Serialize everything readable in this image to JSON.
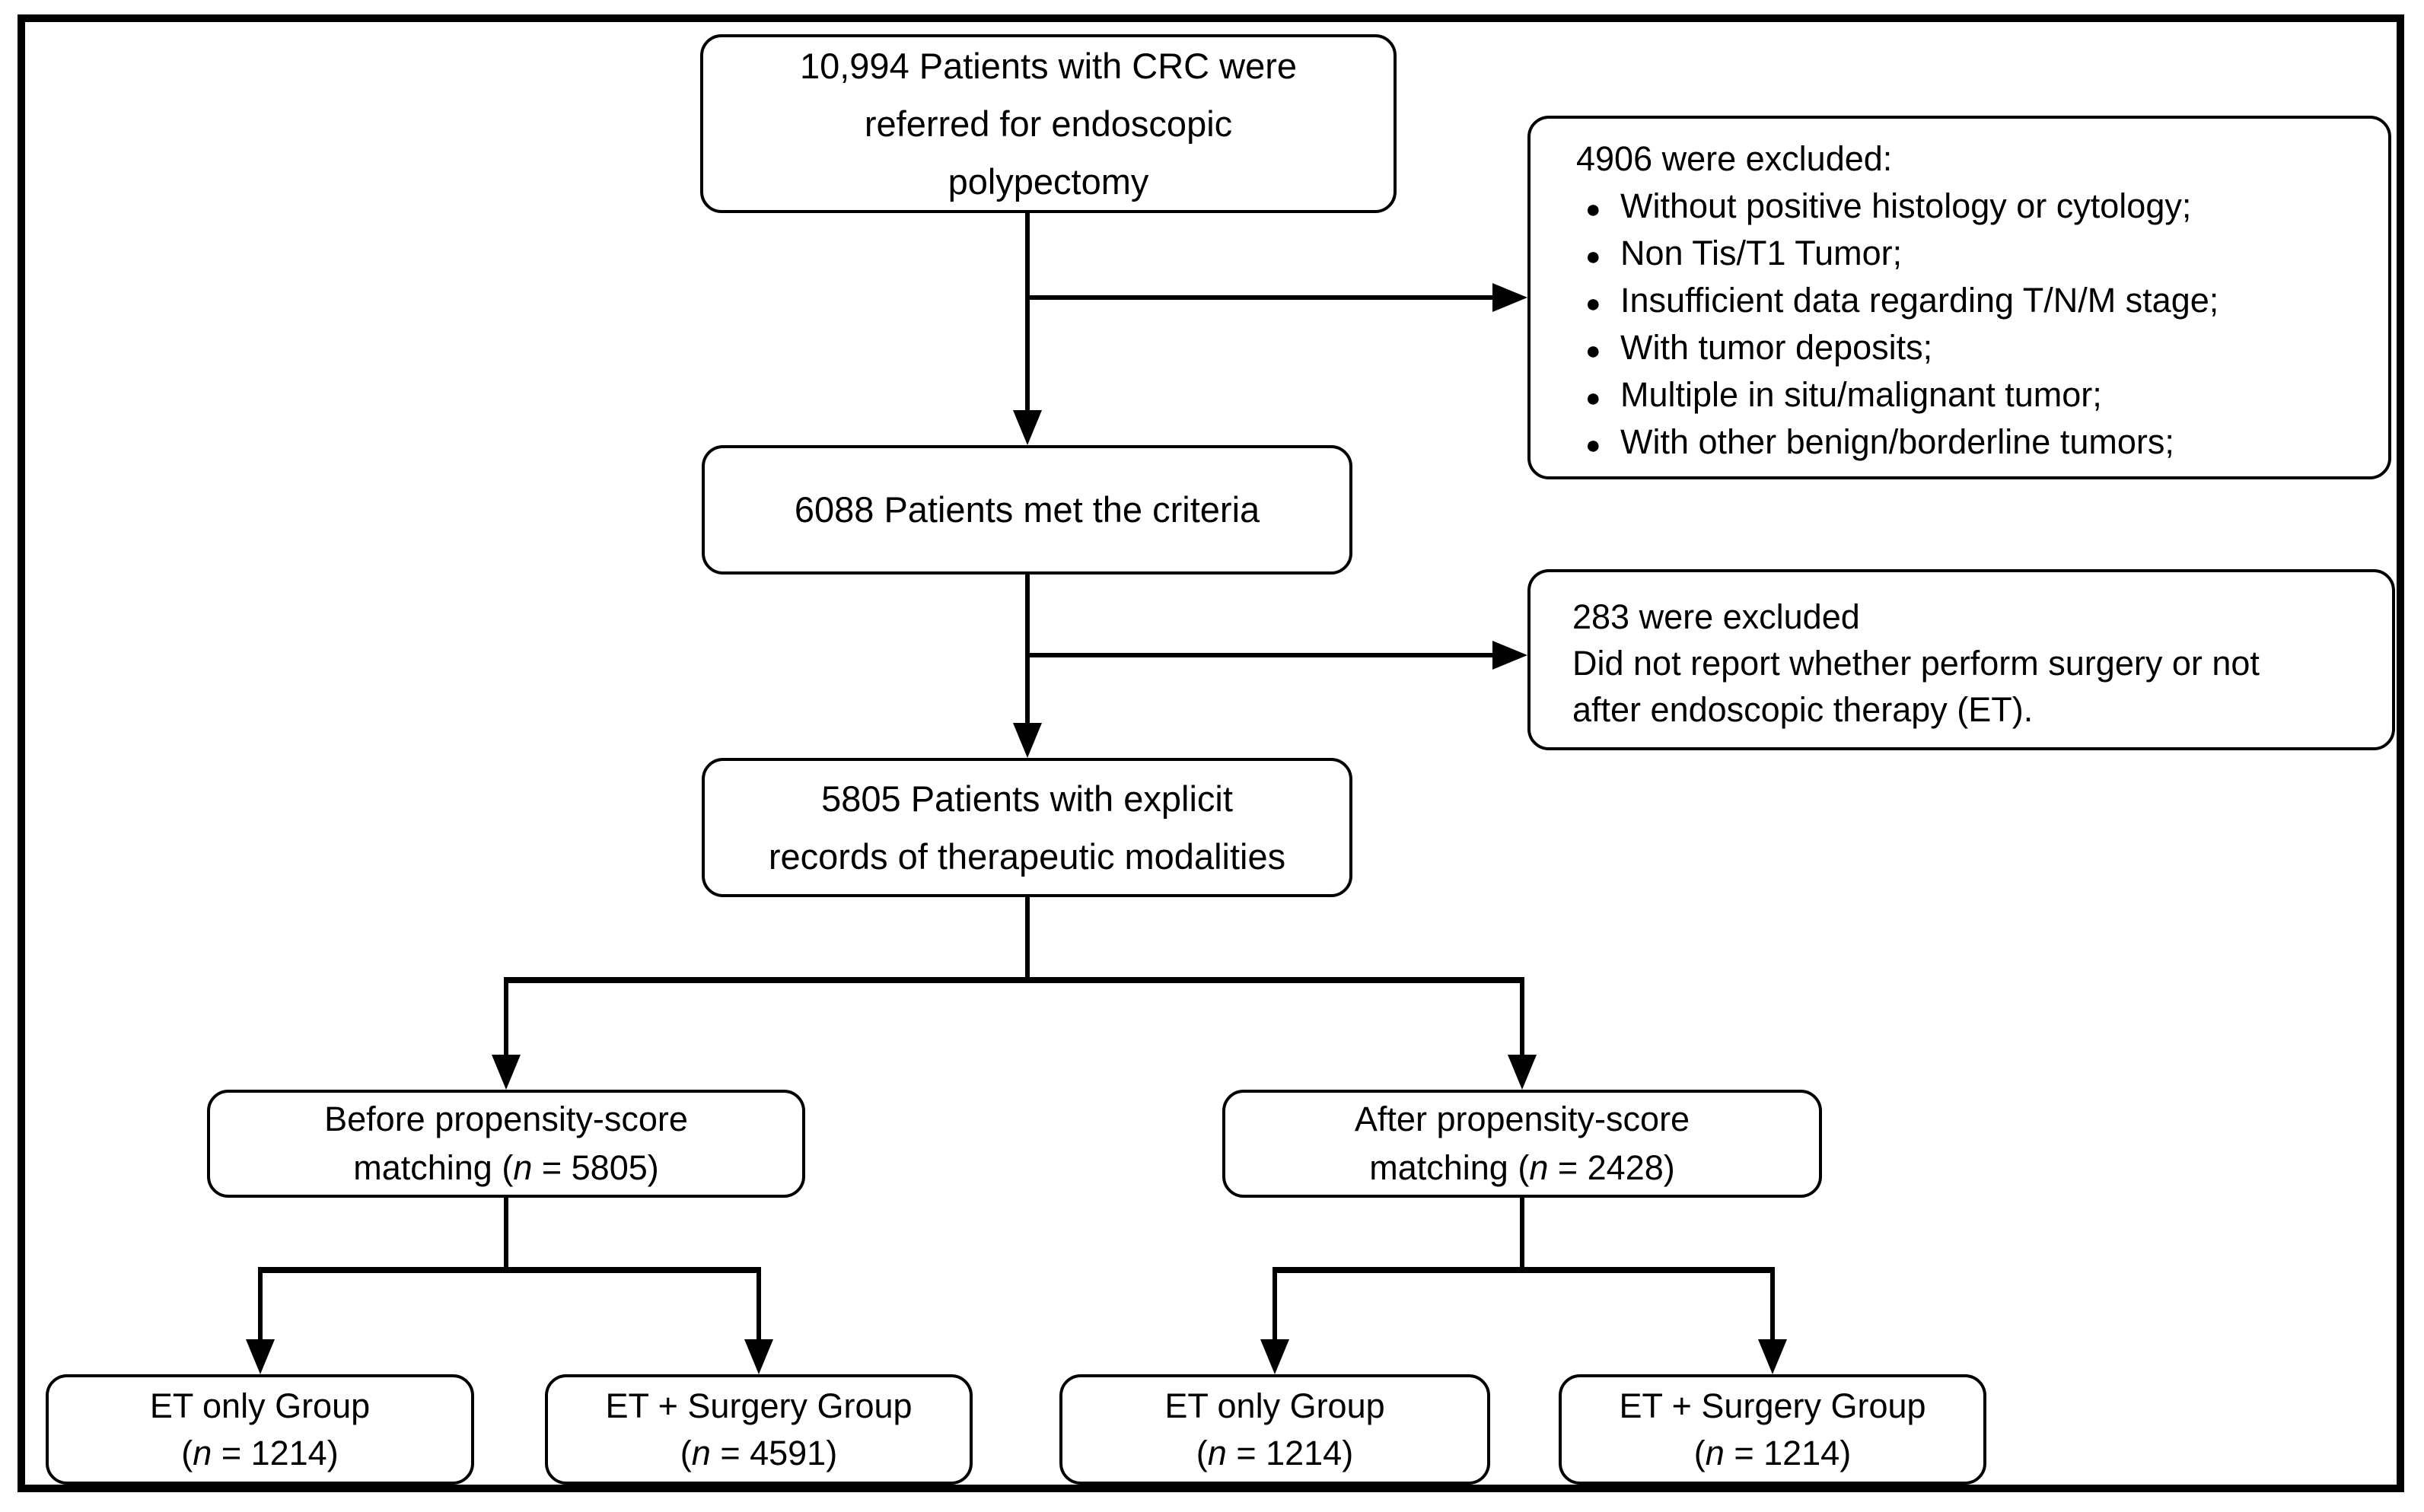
{
  "flowchart": {
    "top_box": {
      "line1": "10,994 Patients with CRC were",
      "line2": "referred for endoscopic",
      "line3": "polypectomy"
    },
    "excluded_box_1": {
      "title": "4906 were excluded:",
      "bullet_glyph": "●",
      "items": [
        "Without positive histology or cytology;",
        "Non Tis/T1 Tumor;",
        "Insufficient data regarding T/N/M stage;",
        "With tumor deposits;",
        "Multiple in situ/malignant tumor;",
        "With other benign/borderline tumors;"
      ]
    },
    "criteria_box": {
      "line1": "6088 Patients met the criteria"
    },
    "excluded_box_2": {
      "line1": "283 were excluded",
      "line2": "Did not report whether perform surgery or not",
      "line3": "after endoscopic therapy (ET)."
    },
    "explicit_box": {
      "line1": "5805 Patients with explicit",
      "line2": "records of therapeutic modalities"
    },
    "before_psm_box": {
      "line1": "Before propensity-score",
      "line2_pre": "matching (",
      "line2_n": "n",
      "line2_post": " = 5805)"
    },
    "after_psm_box": {
      "line1": "After propensity-score",
      "line2_pre": "matching (",
      "line2_n": "n",
      "line2_post": " = 2428)"
    },
    "group_boxes": [
      {
        "line1": "ET only Group",
        "pre": "(",
        "n": "n",
        "post": " = 1214)"
      },
      {
        "line1": "ET + Surgery Group",
        "pre": "(",
        "n": "n",
        "post": " = 4591)"
      },
      {
        "line1": "ET only Group",
        "pre": "(",
        "n": "n",
        "post": " = 1214)"
      },
      {
        "line1": "ET + Surgery Group",
        "pre": "(",
        "n": "n",
        "post": " = 1214)"
      }
    ]
  },
  "colors": {
    "ink": "#000000",
    "paper": "#ffffff"
  }
}
